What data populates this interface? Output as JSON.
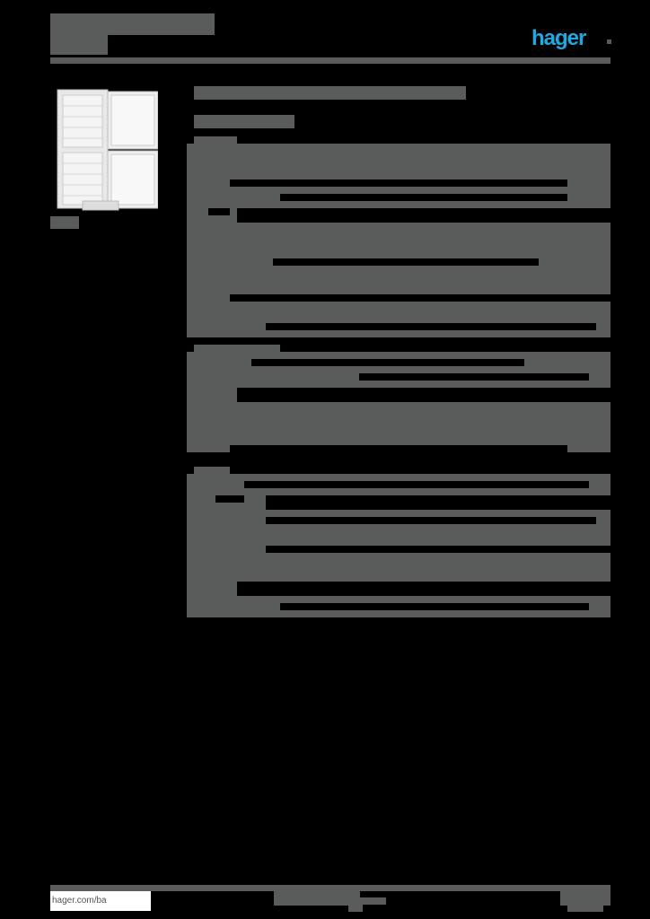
{
  "header": {
    "brand_logo": "hager",
    "brand_color": "#1fa9e1",
    "redaction_color": "#5a5c5b"
  },
  "product": {
    "image_icon": "enclosure-cabinet-image"
  },
  "footer": {
    "website_link": "hager.com/ba"
  }
}
